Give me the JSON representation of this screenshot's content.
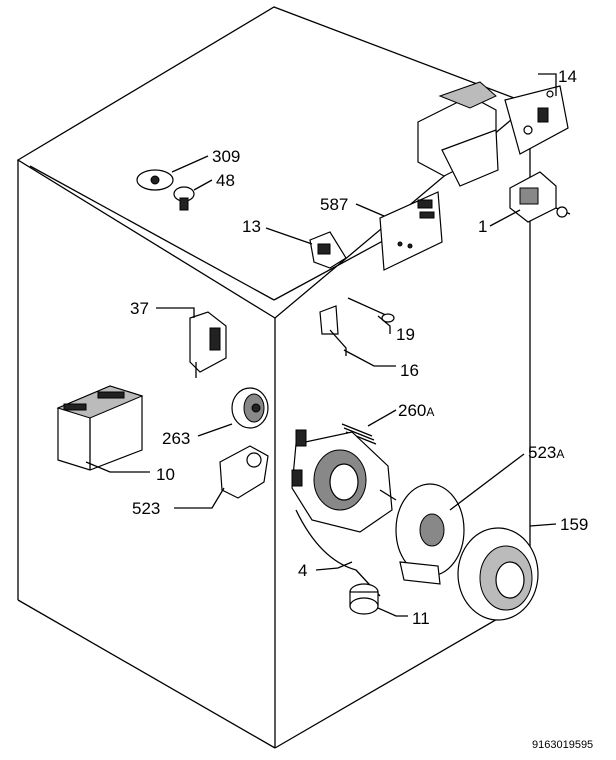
{
  "labels": {
    "p309": "309",
    "p48": "48",
    "p13": "13",
    "p587": "587",
    "p14": "14",
    "p1": "1",
    "p37": "37",
    "p19": "19",
    "p16": "16",
    "p260": "260",
    "p260_suffix": "A",
    "p523a": "523",
    "p523a_suffix": "A",
    "p263": "263",
    "p10": "10",
    "p523": "523",
    "p159": "159",
    "p4": "4",
    "p11": "11"
  },
  "reference_number": "9163019595"
}
